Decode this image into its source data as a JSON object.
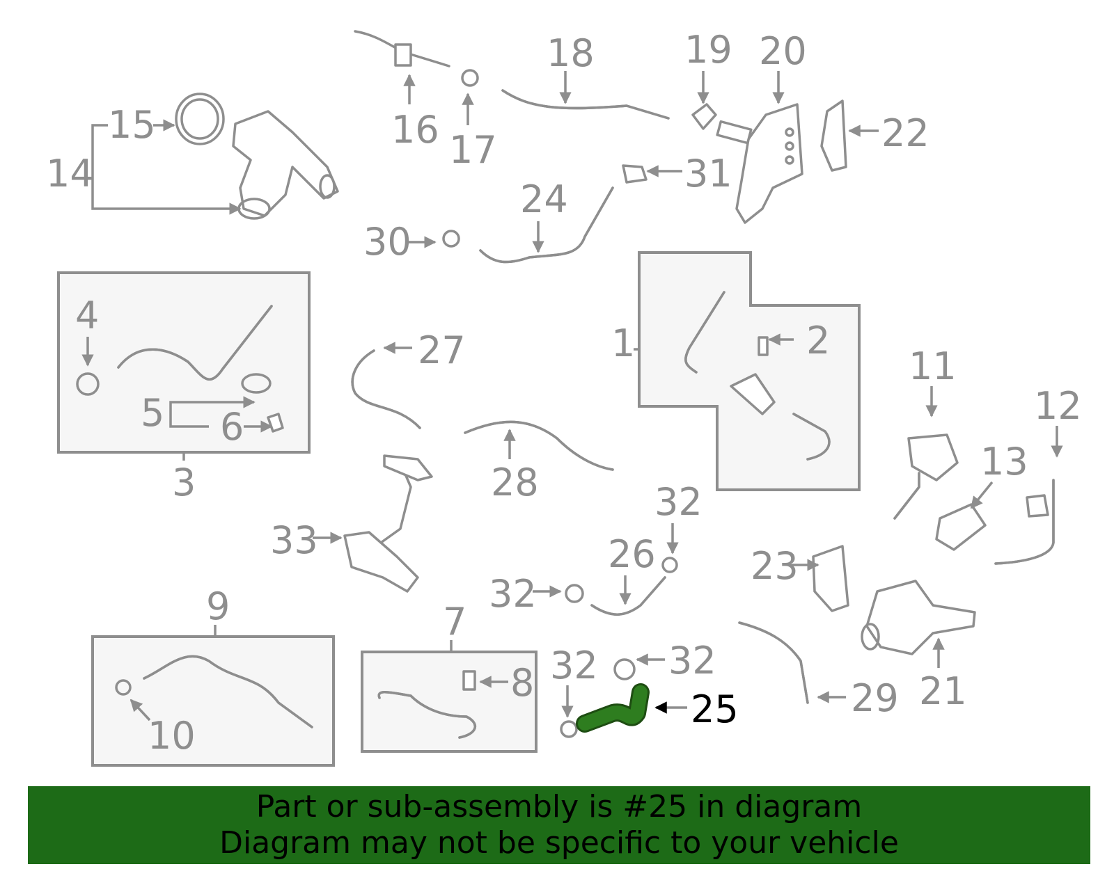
{
  "labels": {
    "n1": "1",
    "n2": "2",
    "n3": "3",
    "n4": "4",
    "n5": "5",
    "n6": "6",
    "n7": "7",
    "n8": "8",
    "n9": "9",
    "n10": "10",
    "n11": "11",
    "n12": "12",
    "n13": "13",
    "n14": "14",
    "n15": "15",
    "n16": "16",
    "n17": "17",
    "n18": "18",
    "n19": "19",
    "n20": "20",
    "n21": "21",
    "n22": "22",
    "n23": "23",
    "n24": "24",
    "n25": "25",
    "n26": "26",
    "n27": "27",
    "n28": "28",
    "n29": "29",
    "n30": "30",
    "n31": "31",
    "n32": "32",
    "n33": "33"
  },
  "highlight": {
    "part": "25",
    "color": "#2e7d1f"
  },
  "banner": {
    "line1": "Part or sub-assembly is #25 in diagram",
    "line2": "Diagram may not be specific to your vehicle",
    "color": "#1d6b17"
  },
  "colors": {
    "line": "#8e8e8e",
    "box_fill": "#f6f6f6"
  }
}
